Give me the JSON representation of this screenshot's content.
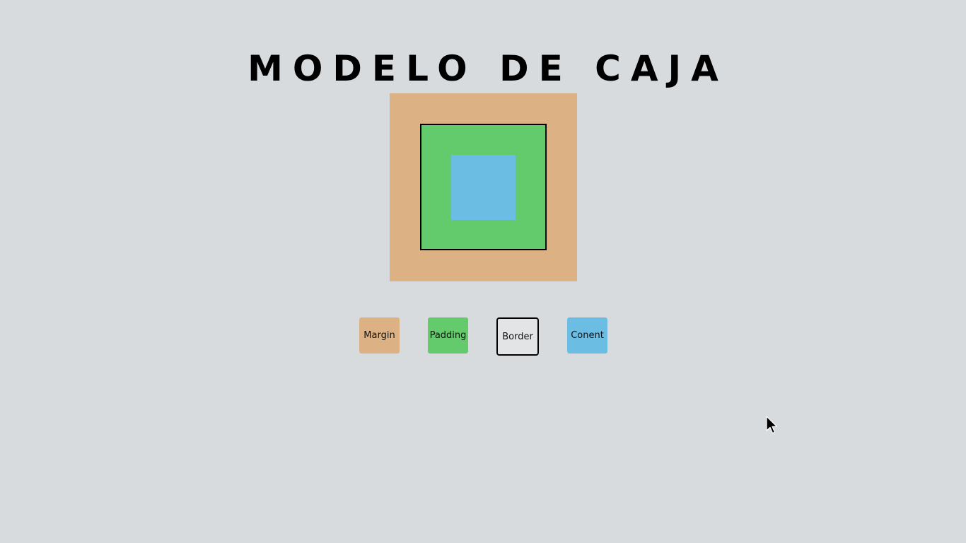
{
  "page": {
    "title": "MODELO DE CAJA"
  },
  "legend": {
    "margin_label": "Margin",
    "padding_label": "Padding",
    "border_label": "Border",
    "content_label": "Conent"
  },
  "colors": {
    "background": "#d8dbde",
    "margin": "#dcb284",
    "padding": "#63cb6b",
    "border": "#000000",
    "content": "#6cbde4"
  },
  "icons": {
    "cursor": "mouse-pointer-icon"
  }
}
